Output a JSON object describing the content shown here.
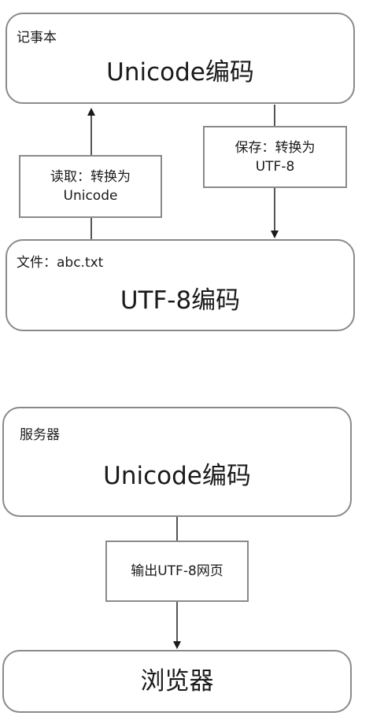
{
  "notepad": {
    "label": "记事本",
    "encoding": "Unicode编码"
  },
  "read_step": {
    "line1": "读取：转换为",
    "line2": "Unicode"
  },
  "save_step": {
    "line1": "保存：转换为",
    "line2": "UTF-8"
  },
  "file": {
    "label": "文件：abc.txt",
    "encoding": "UTF-8编码"
  },
  "server": {
    "label": "服务器",
    "encoding": "Unicode编码"
  },
  "output_step": {
    "label": "输出UTF-8网页"
  },
  "browser": {
    "label": "浏览器"
  },
  "colors": {
    "border": "#8a8a8a",
    "text": "#1a1a1a",
    "arrow": "#1a1a1a"
  }
}
